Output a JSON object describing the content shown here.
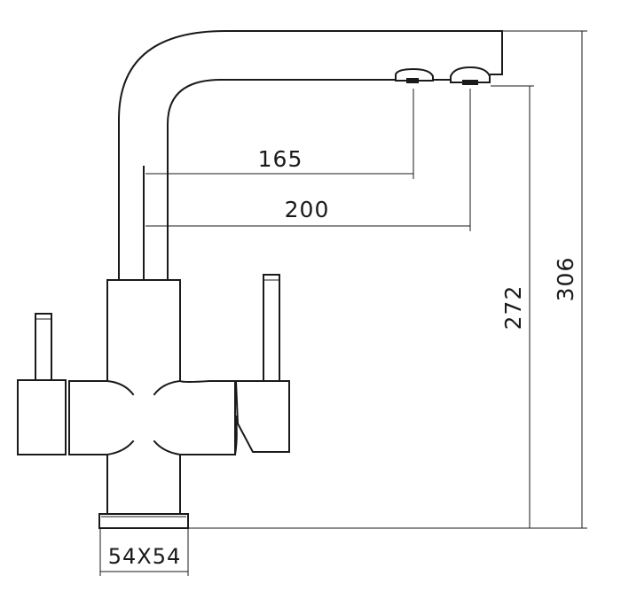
{
  "dimensions": {
    "spout_reach_1": "165",
    "spout_reach_2": "200",
    "outlet_height": "272",
    "total_height": "306",
    "base_size": "54X54"
  }
}
